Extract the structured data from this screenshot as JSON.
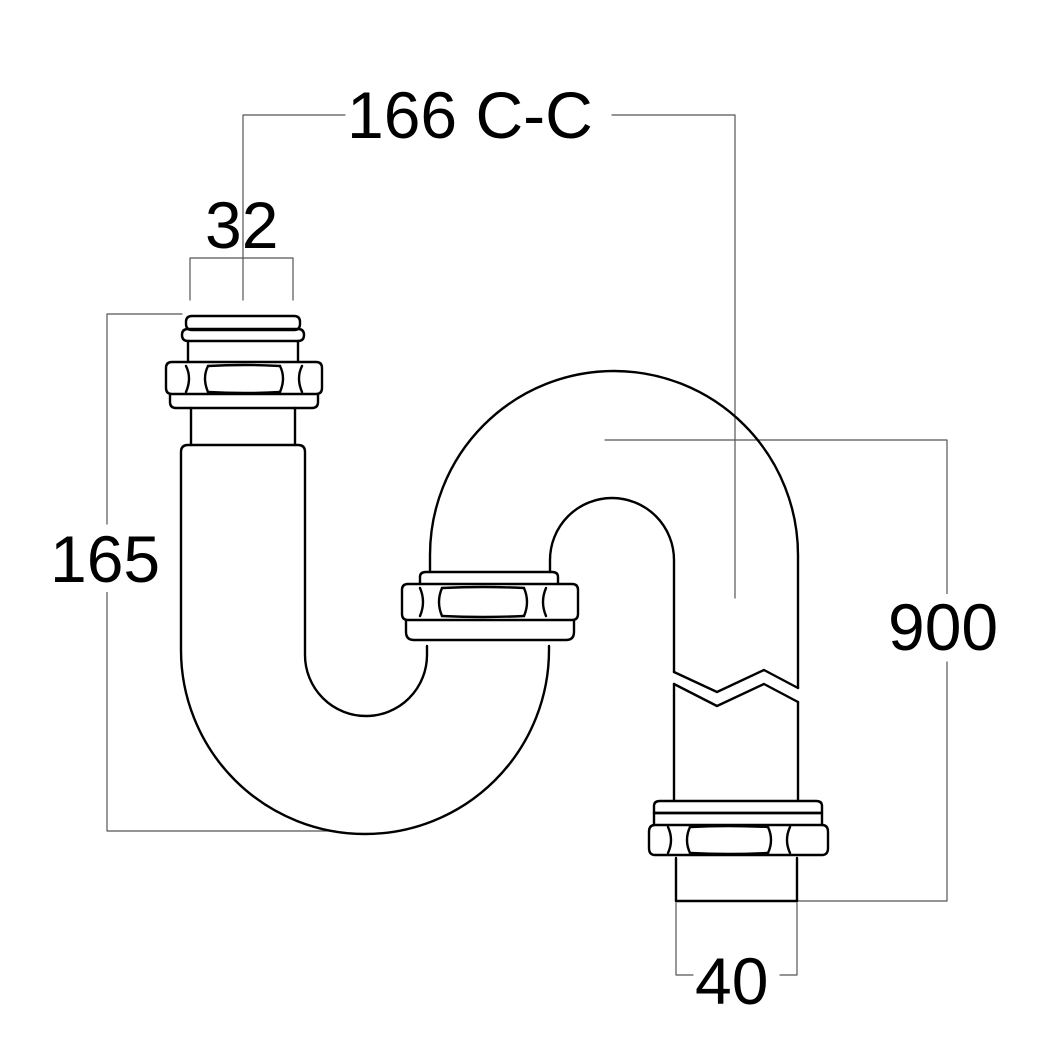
{
  "dimensions": {
    "centre_to_centre": "166 C-C",
    "inlet_diameter": "32",
    "inlet_height": "165",
    "overall_length": "900",
    "outlet_diameter": "40"
  },
  "colors": {
    "line": "#000000",
    "dimension_line": "#555555",
    "background": "#ffffff"
  }
}
